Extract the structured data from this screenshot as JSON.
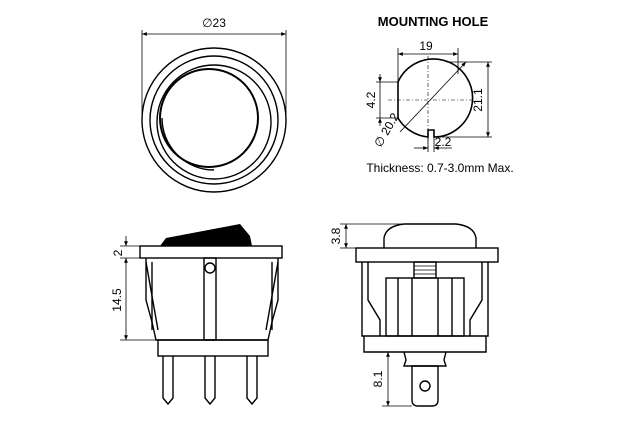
{
  "title": "MOUNTING HOLE",
  "thickness_note": "Thickness: 0.7-3.0mm Max.",
  "dimensions": {
    "diameter_top": "∅23",
    "hole_width": "19",
    "flat_height": "4.2",
    "hole_height": "21.1",
    "hole_diameter": "∅ 20.2",
    "slot_width": "2.2",
    "bezel_thickness": "2",
    "body_height": "14.5",
    "rocker_height": "3.8",
    "terminal_length": "8.1"
  }
}
